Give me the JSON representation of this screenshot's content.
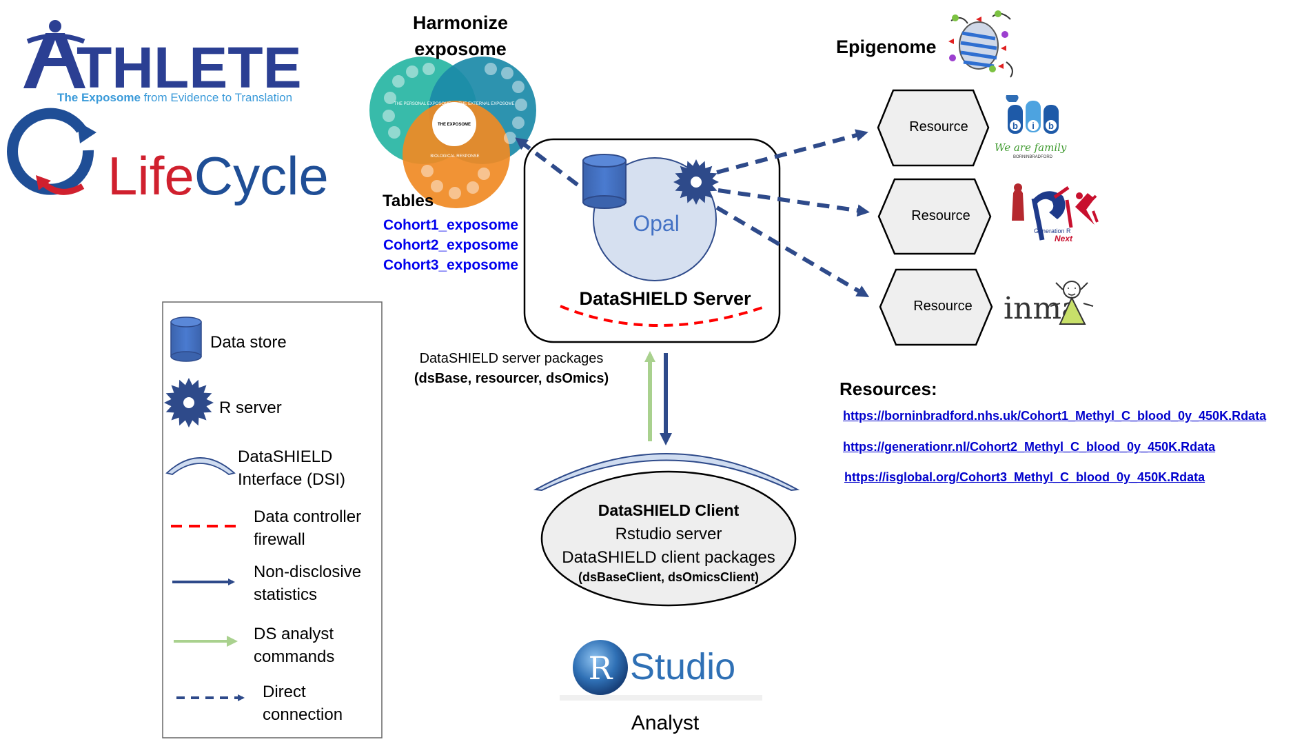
{
  "logos": {
    "athlete": {
      "wordmark": "ATHLETE",
      "tagline_bold": "The Exposome",
      "tagline_rest": " from Evidence to Translation",
      "color": "#2b3f93",
      "tag_color": "#3a9ad9"
    },
    "lifecycle": {
      "wordmark_first": "Life",
      "wordmark_rest": "Cycle",
      "red": "#d0202e",
      "blue": "#1f4e96"
    },
    "rstudio": {
      "letter": "R",
      "wordmark": "Studio",
      "color": "#2f70b5"
    },
    "bib": {
      "letters": [
        "b",
        "i",
        "b"
      ],
      "tagline": "We are family",
      "sub": "BORNINBRADFORD"
    },
    "generation_r": {
      "tagline": "Generation R",
      "next": "Next"
    },
    "inma": {
      "wordmark": "inma"
    }
  },
  "exposome": {
    "heading_line1": "Harmonize",
    "heading_line2": "exposome",
    "wheel": {
      "personal": "THE PERSONAL EXPOSOME",
      "center": "THE EXPOSOME",
      "external": "THE EXTERNAL EXPOSOME",
      "biological": "BIOLOGICAL RESPONSE"
    },
    "tables_title": "Tables",
    "tables": [
      "Cohort1_exposome",
      "Cohort2_exposome",
      "Cohort3_exposome"
    ]
  },
  "epigenome": {
    "heading": "Epigenome"
  },
  "server": {
    "store_label": "Opal",
    "title": "DataSHIELD Server",
    "packages_line1": "DataSHIELD server packages",
    "packages_line2": "(dsBase, resourcer, dsOmics)"
  },
  "resources": {
    "nodes": [
      "Resource",
      "Resource",
      "Resource"
    ],
    "title": "Resources:",
    "urls": [
      "https://borninbradford.nhs.uk/Cohort1_Methyl_C_blood_0y_450K.Rdata",
      "https://generationr.nl/Cohort2_Methyl_C_blood_0y_450K.Rdata",
      "https://isglobal.org/Cohort3_Methyl_C_blood_0y_450K.Rdata"
    ]
  },
  "client": {
    "title": "DataSHIELD Client",
    "line1": "Rstudio server",
    "line2": "DataSHIELD client packages",
    "line3": "(dsBaseClient, dsOmicsClient)",
    "analyst": "Analyst"
  },
  "legend": {
    "items": [
      {
        "icon": "data-store-icon",
        "lines": [
          "Data store"
        ]
      },
      {
        "icon": "r-server-icon",
        "lines": [
          "R server"
        ]
      },
      {
        "icon": "dsi-arc-icon",
        "lines": [
          "DataSHIELD",
          "Interface (DSI)"
        ]
      },
      {
        "icon": "red-dashed-line-icon",
        "lines": [
          "Data controller",
          "firewall"
        ]
      },
      {
        "icon": "blue-arrow-icon",
        "lines": [
          "Non-disclosive",
          "statistics"
        ]
      },
      {
        "icon": "green-arrow-icon",
        "lines": [
          "DS analyst",
          "commands"
        ]
      },
      {
        "icon": "dashed-arrow-icon",
        "lines": [
          "Direct",
          "connection"
        ]
      }
    ]
  },
  "colors": {
    "navy": "#2e4a8a",
    "cylinder": "#4472c4",
    "opal": "#d6e0f0",
    "firewall": "#ff0000",
    "green": "#a9d18e",
    "dsi": "#cfdcf0",
    "client_fill": "#eeeeee",
    "hex_fill": "#efefef"
  }
}
